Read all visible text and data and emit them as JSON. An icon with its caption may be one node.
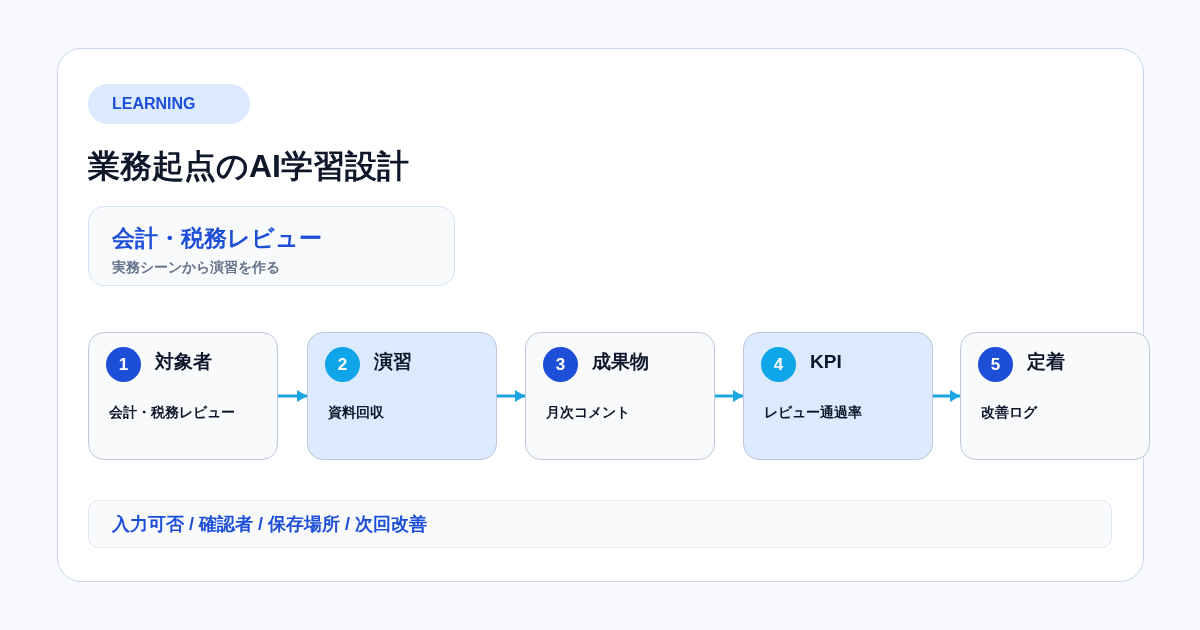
{
  "diagram": {
    "title": "業務起点のAI学習設計",
    "nodes": [
      {
        "text": [
          "LEARNING"
        ]
      },
      {
        "text": [
          "会計・税務レビュー",
          "実務シーンから演習を作る"
        ]
      },
      {
        "text": [
          "対象者",
          "会計・税務レビュー"
        ]
      },
      {
        "text": [
          "1"
        ],
        "in": 2
      },
      {
        "text": [
          "演習",
          "資料回収"
        ]
      },
      {
        "text": [
          "2"
        ],
        "in": 4
      },
      {
        "text": [
          "成果物",
          "月次コメント"
        ]
      },
      {
        "text": [
          "3"
        ],
        "in": 6
      },
      {
        "text": [
          "KPI",
          "レビュー通過率"
        ]
      },
      {
        "text": [
          "4"
        ],
        "in": 8
      },
      {
        "text": [
          "定着",
          "改善ログ"
        ]
      },
      {
        "text": [
          "5"
        ],
        "in": 10
      },
      {
        "text": [
          "入力可否 / 確認者 / 保存場所 / 次回改善"
        ]
      }
    ],
    "edges": [
      {
        "from": 2,
        "to": 4,
        "arrow": "to"
      },
      {
        "from": 4,
        "to": 6,
        "arrow": "to"
      },
      {
        "from": 6,
        "to": 8,
        "arrow": "to"
      },
      {
        "from": 8,
        "to": 10,
        "arrow": "to"
      }
    ]
  }
}
